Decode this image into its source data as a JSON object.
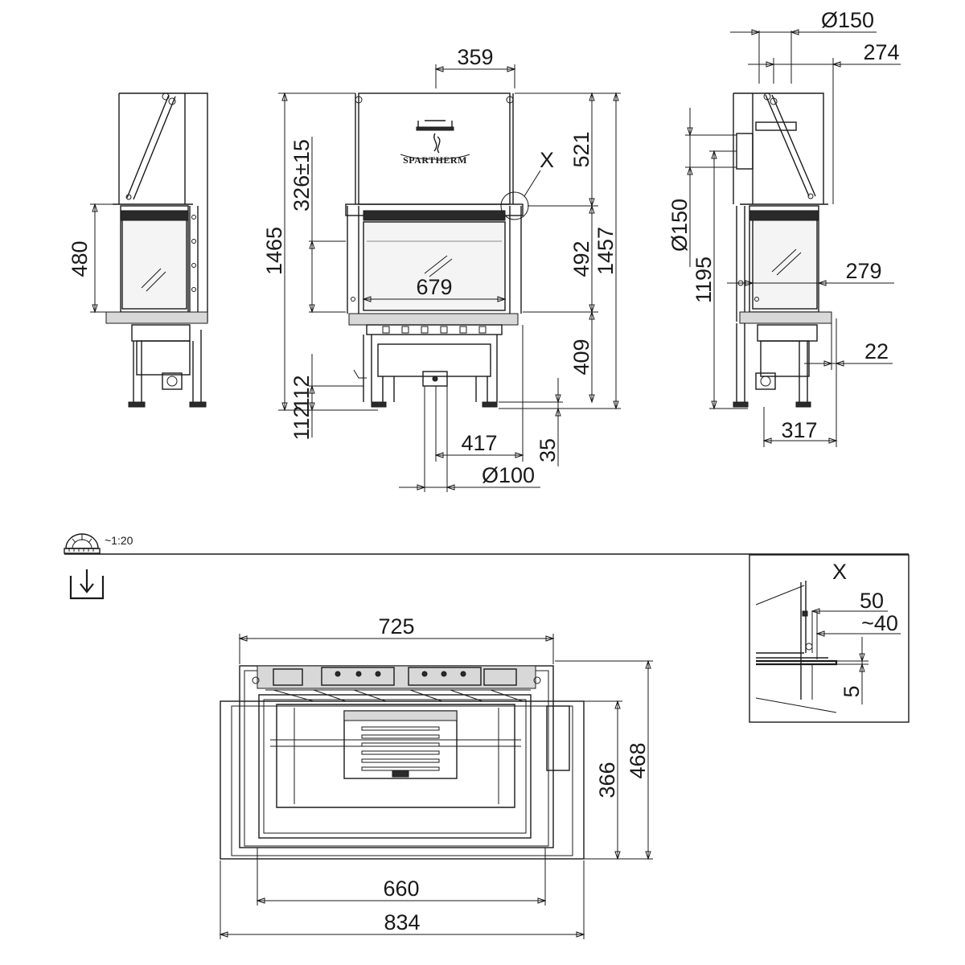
{
  "drawing": {
    "brand": "SPARTHERM",
    "scale_label": "~1:20",
    "icons": {
      "scale": "protractor-ruler-icon",
      "view": "top-view-arrow-icon"
    },
    "dimensions": {
      "d359": "359",
      "d326": "326±15",
      "d1465": "1465",
      "d480": "480",
      "d521": "521",
      "d492": "492",
      "d1457": "1457",
      "d679": "679",
      "d409": "409",
      "d112a": "112",
      "d112b": "112",
      "d417": "417",
      "d35": "35",
      "d100": "Ø100",
      "d150a": "Ø150",
      "d274": "274",
      "d150b": "Ø150",
      "d1195": "1195",
      "d279": "279",
      "d22": "22",
      "d317": "317",
      "d725": "725",
      "d366": "366",
      "d468": "468",
      "d660": "660",
      "d834": "834",
      "dX1": "X",
      "dX2": "X",
      "d50": "50",
      "d40": "~40",
      "d5": "5"
    }
  }
}
